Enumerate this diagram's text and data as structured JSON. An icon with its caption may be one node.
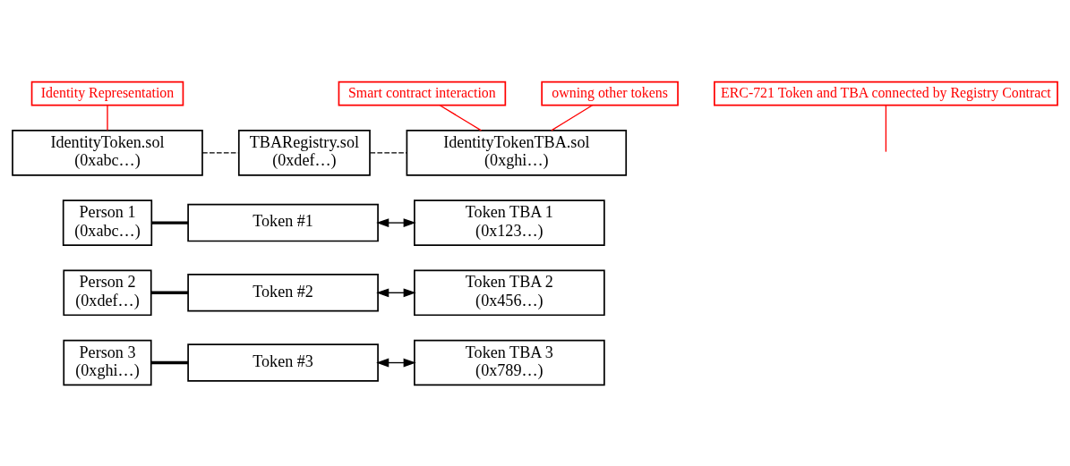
{
  "diagram": {
    "nodes": [
      {
        "text": [
          "Identity Representation"
        ]
      },
      {
        "text": [
          "Smart contract interaction"
        ]
      },
      {
        "text": [
          "owning other tokens"
        ]
      },
      {
        "text": [
          "IdentityToken.sol",
          "(0xabc…)"
        ]
      },
      {
        "text": [
          "TBARegistry.sol",
          "(0xdef…)"
        ]
      },
      {
        "text": [
          "IdentityTokenTBA.sol",
          "(0xghi…)"
        ]
      },
      {
        "text": [
          "Person 1",
          "(0xabc…)"
        ]
      },
      {
        "text": [
          "Token #1"
        ]
      },
      {
        "text": [
          "Token TBA 1",
          "(0x123…)"
        ]
      },
      {
        "text": [
          "Person 2",
          "(0xdef…)"
        ]
      },
      {
        "text": [
          "Token #2"
        ]
      },
      {
        "text": [
          "Token TBA 2",
          "(0x456…)"
        ]
      },
      {
        "text": [
          "Person 3",
          "(0xghi…)"
        ]
      },
      {
        "text": [
          "Token #3"
        ]
      },
      {
        "text": [
          "Token TBA 3",
          "(0x789…)"
        ]
      },
      {
        "text": [
          "ERC-721 Token and TBA connected by Registry Contract"
        ]
      }
    ],
    "edges": [
      {
        "from": 0,
        "to": 3,
        "arrow": "none",
        "color": "#ff0000"
      },
      {
        "from": 1,
        "to": 5,
        "arrow": "none",
        "color": "#ff0000"
      },
      {
        "from": 2,
        "to": 5,
        "arrow": "none",
        "color": "#ff0000"
      },
      {
        "from": 3,
        "to": 4,
        "arrow": "none",
        "style": "dashed"
      },
      {
        "from": 4,
        "to": 5,
        "arrow": "none",
        "style": "dashed"
      },
      {
        "from": 6,
        "to": 7,
        "arrow": "none",
        "style": "thick"
      },
      {
        "from": 7,
        "to": 8,
        "arrow": "both"
      },
      {
        "from": 9,
        "to": 10,
        "arrow": "none",
        "style": "thick"
      },
      {
        "from": 10,
        "to": 11,
        "arrow": "both"
      },
      {
        "from": 12,
        "to": 13,
        "arrow": "none",
        "style": "thick"
      },
      {
        "from": 13,
        "to": 14,
        "arrow": "both"
      },
      {
        "from": 15,
        "to": null,
        "arrow": "none",
        "color": "#ff0000"
      }
    ]
  }
}
